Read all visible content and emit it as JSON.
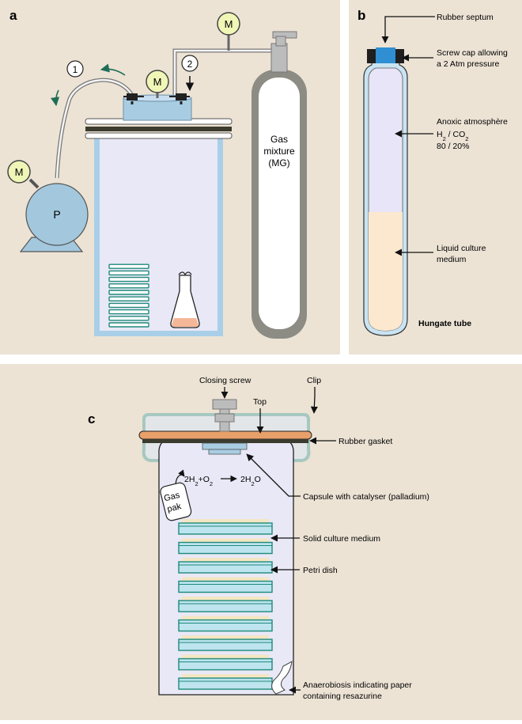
{
  "colors": {
    "panel_bg": "#ece3d5",
    "jar_fill": "#e8e8f6",
    "jar_border": "#a9cfe8",
    "lid_fill": "#a8cde3",
    "device_fill": "#a3c8de",
    "gauge_fill": "#f0f6b6",
    "cylinder_border": "#8c8c84",
    "plate_stroke": "#1f8a7a",
    "plate_fill": "#bde4ef",
    "agar_fill": "#f3e6c2",
    "medium_fill": "#fbe8cf",
    "cap_color": "#1f1f1f",
    "septum_color": "#2f8fd2",
    "gasket_orange": "#e8a06a",
    "flask_medium": "#f4b898",
    "arrow_green": "#1e6d57"
  },
  "panel_a": {
    "letter": "a",
    "gauge_label": "M",
    "pump_label": "P",
    "step1": "1",
    "step2": "2",
    "cylinder_label_line1": "Gas",
    "cylinder_label_line2": "mixture",
    "cylinder_label_line3": "(MG)"
  },
  "panel_b": {
    "letter": "b",
    "septum": "Rubber septum",
    "cap_line1": "Screw cap allowing",
    "cap_line2": "a 2 Atm pressure",
    "atm_line1": "Anoxic atmosphère",
    "atm_h2": "H",
    "atm_h2_sub": "2",
    "atm_sep": " / CO",
    "atm_co2_sub": "2",
    "atm_line3": "80 / 20%",
    "liquid_line1": "Liquid culture",
    "liquid_line2": "medium",
    "tube_name": "Hungate tube"
  },
  "panel_c": {
    "letter": "c",
    "closing_screw": "Closing screw",
    "top": "Top",
    "clip": "Clip",
    "rubber_gasket": "Rubber gasket",
    "capsule": "Capsule with catalyser (palladium)",
    "reaction_left": "2H",
    "reaction_sub1": "2",
    "reaction_plus": "+O",
    "reaction_sub2": "2",
    "reaction_right": "2H",
    "reaction_sub3": "2",
    "reaction_o": "O",
    "gaspak_line1": "Gas",
    "gaspak_line2": "pak",
    "solid_medium": "Solid culture medium",
    "petri_dish": "Petri dish",
    "indicator_line1": "Anaerobiosis indicating paper",
    "indicator_line2": "containing resazurine"
  }
}
